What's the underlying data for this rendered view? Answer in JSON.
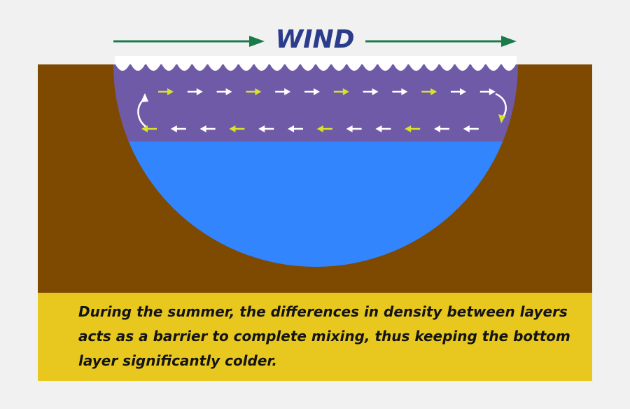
{
  "wind": {
    "label": "WIND"
  },
  "caption": {
    "text": "During the summer, the differences in density between layers acts as a barrier to complete mixing, thus keeping the bottom layer significantly colder."
  },
  "colors": {
    "background": "#f1f1f1",
    "ground": "#7e4900",
    "upper_layer": "#6f5aa7",
    "lower_layer": "#3385fd",
    "wave_foam": "#ffffff",
    "wind_arrow": "#1a7a4a",
    "wind_label": "#2b3c8c",
    "circulation_white": "#ffffff",
    "circulation_yellow": "#d8e22a",
    "caption_box": "#e8c81e",
    "caption_text": "#141414"
  },
  "circulation": {
    "top_row_colors": [
      "yellow",
      "white",
      "white",
      "yellow",
      "white",
      "white",
      "yellow",
      "white",
      "white",
      "yellow",
      "white",
      "white"
    ],
    "bottom_row_colors": [
      "yellow",
      "white",
      "white",
      "yellow",
      "white",
      "white",
      "yellow",
      "white",
      "white",
      "yellow",
      "white",
      "white"
    ]
  },
  "icons": {
    "wind_arrows": "right-arrow-icon",
    "circulation": "circulation-arrows",
    "waves": "wave-foam-shape"
  }
}
